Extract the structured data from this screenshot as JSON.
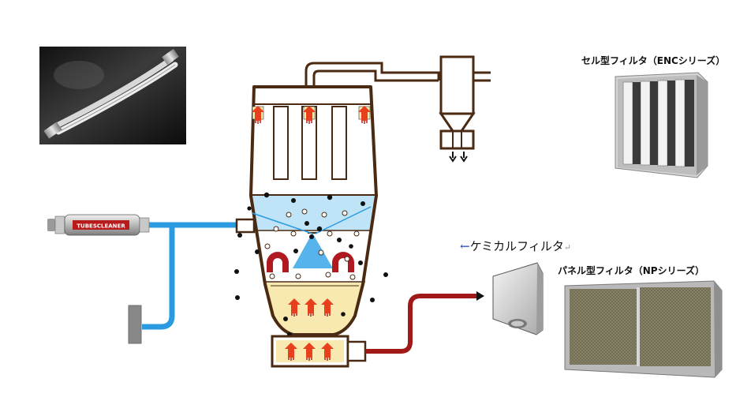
{
  "labels": {
    "cell_filter": "セル型フィルタ（ENCシリーズ）",
    "panel_filter": "パネル型フィルタ（NPシリーズ）",
    "chemical_filter": "ケミカルフィルタ",
    "chemical_arrow": "←",
    "chemical_return_mark": "↵",
    "tubecleaner_brand": "TUBESCLEANER"
  },
  "icons": {
    "flow_arrow": "flow-arrow-icon",
    "heater_arrow": "heater-arrow-icon",
    "magnet": "magnet-icon"
  },
  "colors": {
    "air_pipe": "#2a9be0",
    "exhaust_pipe": "#a01818",
    "vessel_outline": "#4a2a12",
    "spray_zone": "#bfe3f7",
    "heating_zone": "#f8e9b0",
    "heater_arrow": "#e8401c",
    "magnet": "#b0191f"
  }
}
